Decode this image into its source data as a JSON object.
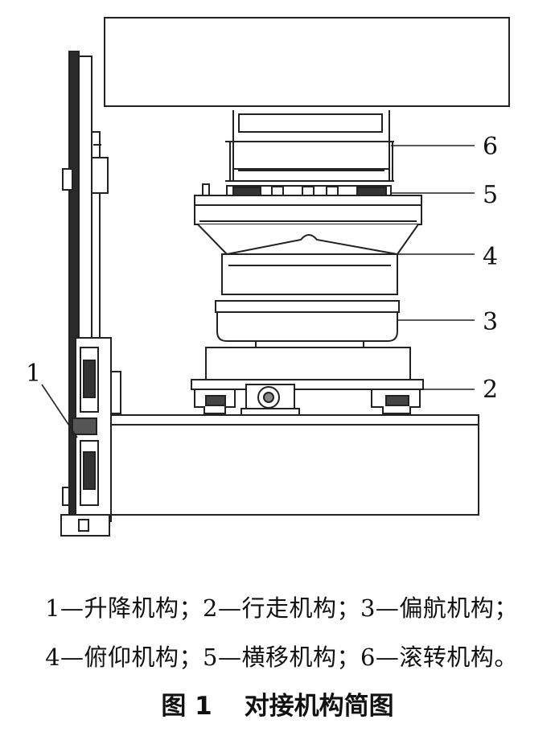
{
  "callouts": [
    {
      "id": "1",
      "label": "1"
    },
    {
      "id": "2",
      "label": "2"
    },
    {
      "id": "3",
      "label": "3"
    },
    {
      "id": "4",
      "label": "4"
    },
    {
      "id": "5",
      "label": "5"
    },
    {
      "id": "6",
      "label": "6"
    }
  ],
  "legend": {
    "line1": "1—升降机构；2—行走机构；3—偏航机构；",
    "line2": "4—俯仰机构；5—横移机构；6—滚转机构。"
  },
  "caption": {
    "figure_number": "图 1",
    "title": "对接机构简图"
  },
  "colors": {
    "stroke": "#222222",
    "fill": "#ffffff",
    "dark_rail": "#2a2a2a"
  }
}
